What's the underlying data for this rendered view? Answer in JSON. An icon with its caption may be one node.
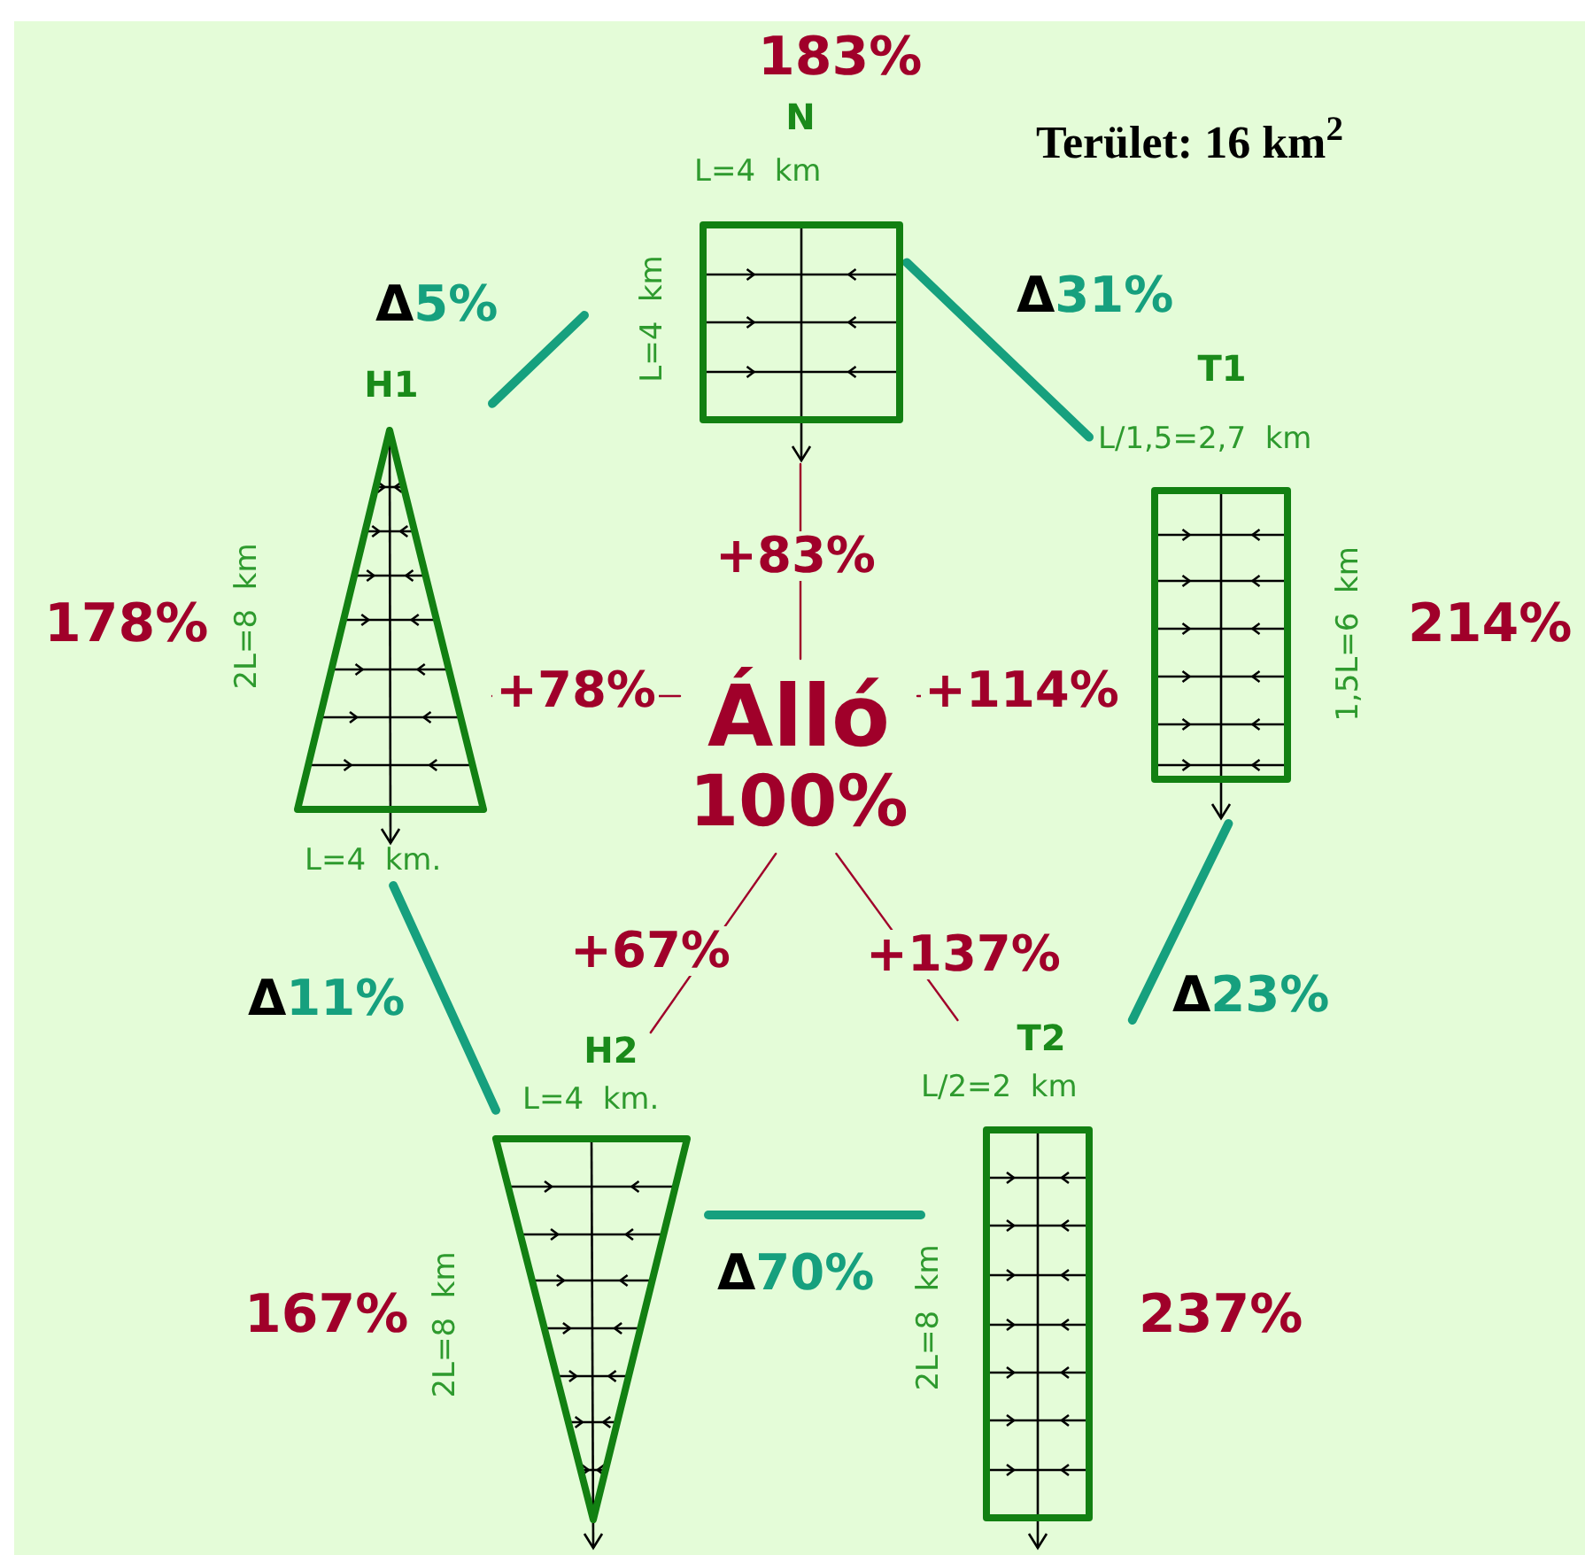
{
  "diagram": {
    "title": "Terület: 16 km$^{2}$",
    "nodes": [
      {
        "text": [
          "N"
        ],
        "beside": [
          "183%",
          "L=4  km",
          "L=4  km"
        ]
      },
      {
        "text": [
          "H1"
        ],
        "beside": [
          "178%",
          "2L=8  km",
          "L=4  km."
        ]
      },
      {
        "text": [
          "T1"
        ],
        "beside": [
          "L/1,5=2,7  km",
          "1,5L=6  km",
          "214%"
        ]
      },
      {
        "text": [
          "Álló",
          "100%"
        ]
      },
      {
        "text": [
          "H2"
        ],
        "beside": [
          "L=4  km.",
          "2L=8  km",
          "167%"
        ]
      },
      {
        "text": [
          "T2"
        ],
        "beside": [
          "L/2=2  km",
          "2L=8  km",
          "237%"
        ]
      }
    ],
    "edges": [
      {
        "from": 0,
        "to": 1,
        "arrow": "none",
        "label": "Δ5%",
        "style": "thick"
      },
      {
        "from": 0,
        "to": 2,
        "arrow": "none",
        "label": "Δ31%",
        "style": "thick"
      },
      {
        "from": 1,
        "to": 4,
        "arrow": "none",
        "label": "Δ11%",
        "style": "thick"
      },
      {
        "from": 2,
        "to": 5,
        "arrow": "none",
        "label": "Δ23%",
        "style": "thick"
      },
      {
        "from": 4,
        "to": 5,
        "arrow": "none",
        "label": "Δ70%",
        "style": "thick"
      },
      {
        "from": 3,
        "to": 0,
        "arrow": "none",
        "label": "+83%",
        "color": "#a0002a"
      },
      {
        "from": 3,
        "to": 1,
        "arrow": "none",
        "label": "+78%",
        "color": "#a0002a"
      },
      {
        "from": 3,
        "to": 2,
        "arrow": "none",
        "label": "+114%",
        "color": "#a0002a"
      },
      {
        "from": 3,
        "to": 4,
        "arrow": "none",
        "label": "+67%",
        "color": "#a0002a"
      },
      {
        "from": 3,
        "to": 5,
        "arrow": "none",
        "label": "+137%",
        "color": "#a0002a"
      }
    ]
  }
}
